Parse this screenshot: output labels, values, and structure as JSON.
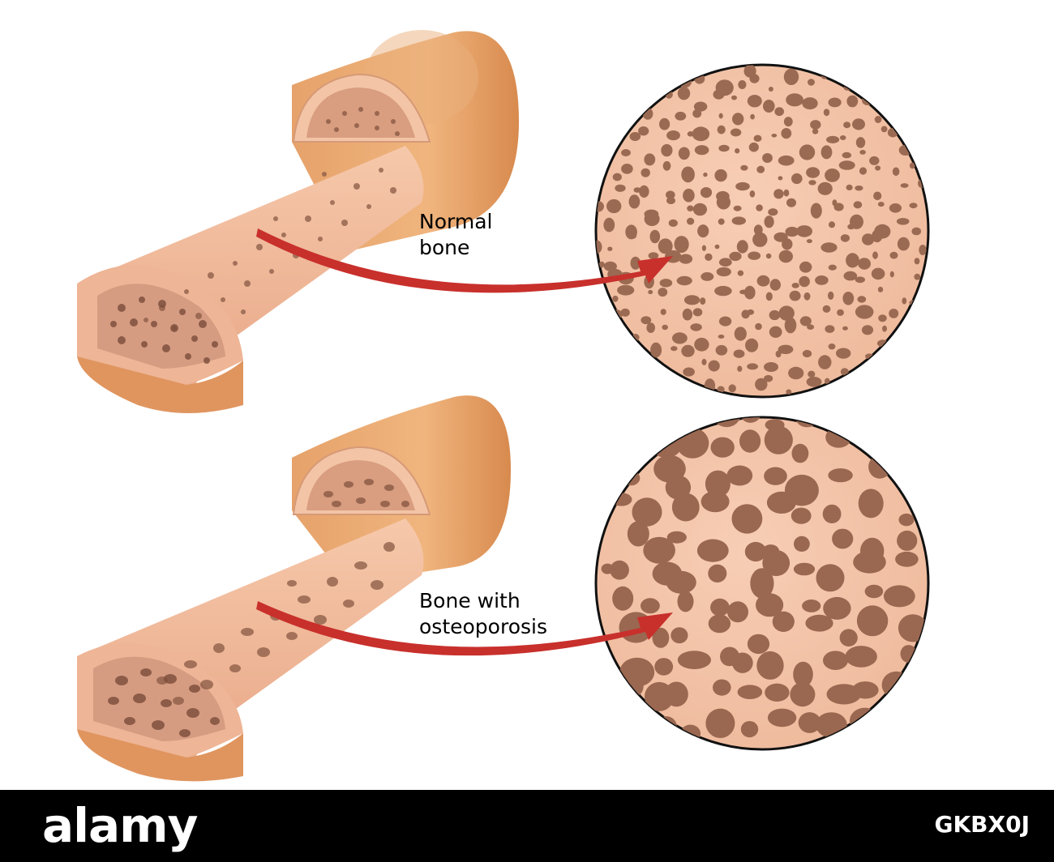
{
  "labels": {
    "normal": "Normal\nbone",
    "osteoporosis": "Bone with\nosteoporosis"
  },
  "footer": {
    "brand": "alamy",
    "image_id": "GKBX0J"
  },
  "colors": {
    "bone_outer": "#e3a66f",
    "bone_inner": "#f3c8ae",
    "pore": "#8a5a45",
    "arrow": "#c8302c"
  }
}
